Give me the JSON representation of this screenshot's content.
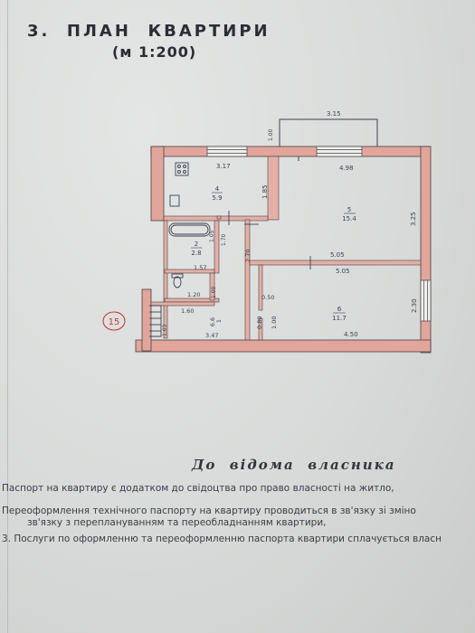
{
  "header": {
    "title": "3.  ПЛАН  КВАРТИРИ",
    "scale": "(м 1:200)"
  },
  "plan": {
    "balcony_width": "3.15",
    "balcony_depth": "1.00",
    "dims": {
      "kitchen_top": "3.17",
      "kitchen_side": "1.85",
      "room5_top": "4.98",
      "room5_side": "3.25",
      "room5_bottom": "5.05",
      "room6_top": "5.05",
      "room6_side": "2.30",
      "room6_bottom": "4.50",
      "corridor_width": "2.70",
      "corridor_door": "0.50",
      "corridor_side": "0.80",
      "bath_side": "1.05",
      "bath_side_b": "1.70",
      "wc_width": "1.57",
      "wc_side": "1.00",
      "wc_bottom": "1.20",
      "hall_width": "1.60",
      "hall_side": "1.03",
      "hall_bottom": "3.47",
      "hall_side_b": "1.00"
    },
    "rooms": [
      {
        "num": "4",
        "area": "5.9"
      },
      {
        "num": "5",
        "area": "15.4"
      },
      {
        "num": "2",
        "area": "2.8"
      },
      {
        "num": "6",
        "area": "11.7"
      },
      {
        "num": "1",
        "area": "6.6"
      }
    ],
    "stamp": "15"
  },
  "notes": {
    "heading": "До  відома  власника",
    "item1": "Паспорт на квартиру є додатком до свідоцтва про  право власності на житло,",
    "item2": "Переоформлення технічного паспорту на квартиру  проводиться в зв'язку зі зміно",
    "item2b": "зв'язку з переплануванням та переобладнанням  квартири,",
    "item3": "3. Послуги по оформленню та переоформленню паспорта квартири сплачується власн"
  }
}
